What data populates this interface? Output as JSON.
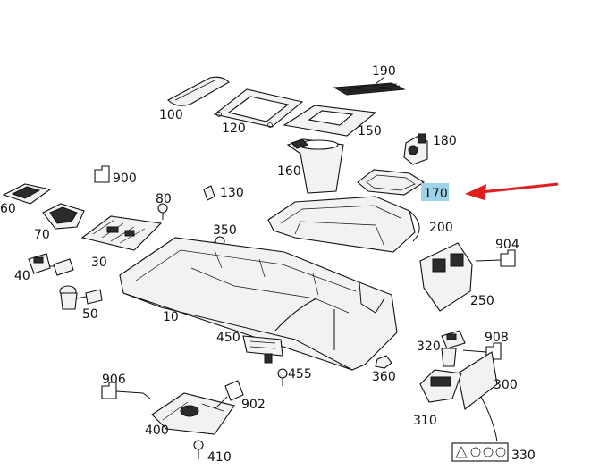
{
  "diagram": {
    "highlight_label": "170",
    "highlight_color": "#9fd3ea",
    "arrow_color": "#e21d1d",
    "labels": {
      "l190": "190",
      "l100": "100",
      "l120": "120",
      "l150": "150",
      "l180": "180",
      "l160": "160",
      "l900": "900",
      "l80": "80",
      "l130": "130",
      "l170": "170",
      "l60": "60",
      "l70": "70",
      "l30": "30",
      "l350": "350",
      "l200": "200",
      "l904": "904",
      "l40": "40",
      "l50": "50",
      "l10": "10",
      "l250": "250",
      "l450": "450",
      "l320": "320",
      "l908": "908",
      "l455": "455",
      "l360": "360",
      "l906": "906",
      "l300": "300",
      "l902": "902",
      "l310": "310",
      "l400": "400",
      "l330": "330",
      "l410": "410"
    },
    "icons": [
      "armrest-lid-icon",
      "trim-frame-icon",
      "roller-cover-icon",
      "cover-plate-icon",
      "cup-holder-icon",
      "switch-module-icon",
      "storage-tray-icon",
      "wireless-charger-icon",
      "control-unit-icon",
      "screw-icon",
      "clip-icon",
      "console-housing-icon",
      "armrest-base-icon",
      "rear-vent-icon",
      "usb-socket-icon",
      "rear-panel-icon",
      "trim-cover-icon",
      "speaker-bracket-icon",
      "wiring-connector-icon",
      "warning-label-icon"
    ]
  }
}
